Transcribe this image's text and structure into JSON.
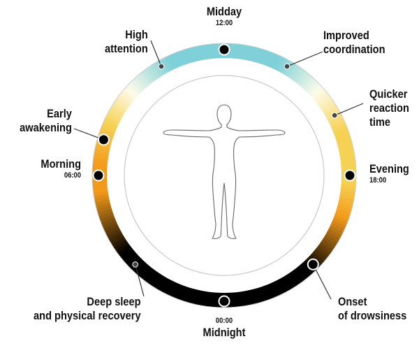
{
  "diagram": {
    "colors": {
      "night": "#000000",
      "amber": "#f39a1b",
      "yellow": "#f6d254",
      "pale": "#fdfbea",
      "cyan": "#7fd0d8",
      "marker": "#000000",
      "small_marker": "#444444",
      "ring_edge": "#c9c9c9"
    },
    "figure_icon": "human-figure-icon",
    "events": [
      {
        "id": "midday",
        "lines": [
          "Midday"
        ],
        "time": "12:00",
        "marker": "major"
      },
      {
        "id": "improved-coordination",
        "lines": [
          "Improved",
          "coordination"
        ],
        "time": "",
        "marker": "minor"
      },
      {
        "id": "quicker-reaction-time",
        "lines": [
          "Quicker",
          "reaction",
          "time"
        ],
        "time": "",
        "marker": "minor"
      },
      {
        "id": "evening",
        "lines": [
          "Evening"
        ],
        "time": "18:00",
        "marker": "major"
      },
      {
        "id": "onset-of-drowsiness",
        "lines": [
          "Onset",
          "of drowsiness"
        ],
        "time": "",
        "marker": "major"
      },
      {
        "id": "midnight",
        "lines": [
          "Midnight"
        ],
        "time": "00:00",
        "marker": "major"
      },
      {
        "id": "deep-sleep",
        "lines": [
          "Deep sleep",
          "and physical recovery"
        ],
        "time": "",
        "marker": "minor"
      },
      {
        "id": "morning",
        "lines": [
          "Morning"
        ],
        "time": "06:00",
        "marker": "major"
      },
      {
        "id": "early-awakening",
        "lines": [
          "Early",
          "awakening"
        ],
        "time": "",
        "marker": "major"
      },
      {
        "id": "high-attention",
        "lines": [
          "High",
          "attention"
        ],
        "time": "",
        "marker": "minor"
      }
    ]
  }
}
